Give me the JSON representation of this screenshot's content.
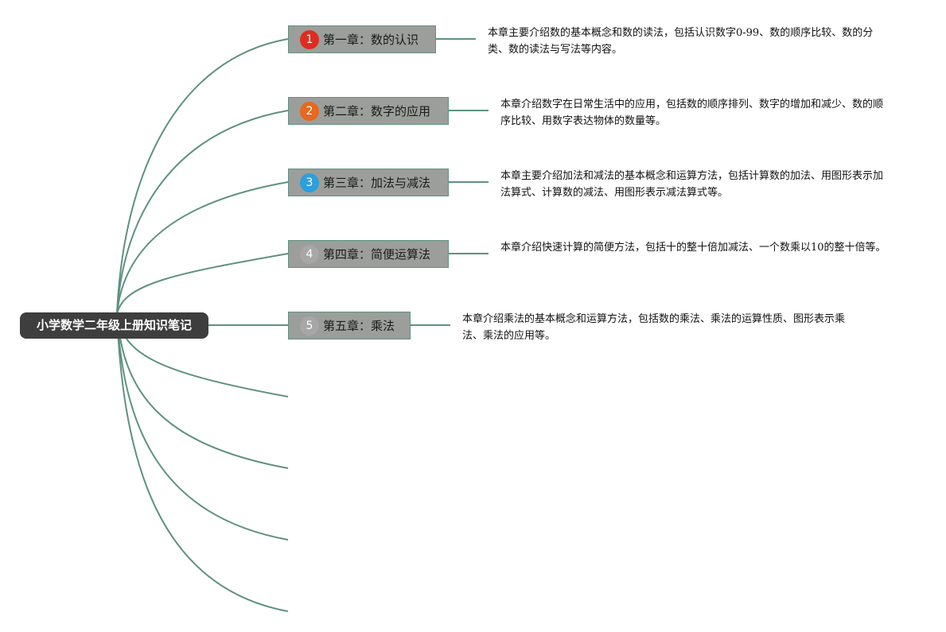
{
  "root": {
    "label": "小学数学二年级上册知识笔记"
  },
  "line_color": "#5e9182",
  "chapters": [
    {
      "number": "1",
      "badge_color": "#dd2d21",
      "title": "第一章：数的认识",
      "description": "本章主要介绍数的基本概念和数的读法，包括认识数字0-99、数的顺序比较、数的分类、数的读法与写法等内容。"
    },
    {
      "number": "2",
      "badge_color": "#e8681e",
      "title": "第二章：数字的应用",
      "description": "本章介绍数字在日常生活中的应用，包括数的顺序排列、数字的增加和减少、数的顺序比较、用数字表达物体的数量等。"
    },
    {
      "number": "3",
      "badge_color": "#2d9fdc",
      "title": "第三章：加法与减法",
      "description": "本章主要介绍加法和减法的基本概念和运算方法，包括计算数的加法、用图形表示加法算式、计算数的减法、用图形表示减法算式等。"
    },
    {
      "number": "4",
      "badge_color": "#a7a7a7",
      "title": "第四章：简便运算法",
      "description": "本章介绍快速计算的简便方法，包括十的整十倍加减法、一个数乘以10的整十倍等。"
    },
    {
      "number": "5",
      "badge_color": "#a7a7a7",
      "title": "第五章：乘法",
      "description": "本章介绍乘法的基本概念和运算方法，包括数的乘法、乘法的运算性质、图形表示乘法、乘法的应用等。"
    }
  ]
}
